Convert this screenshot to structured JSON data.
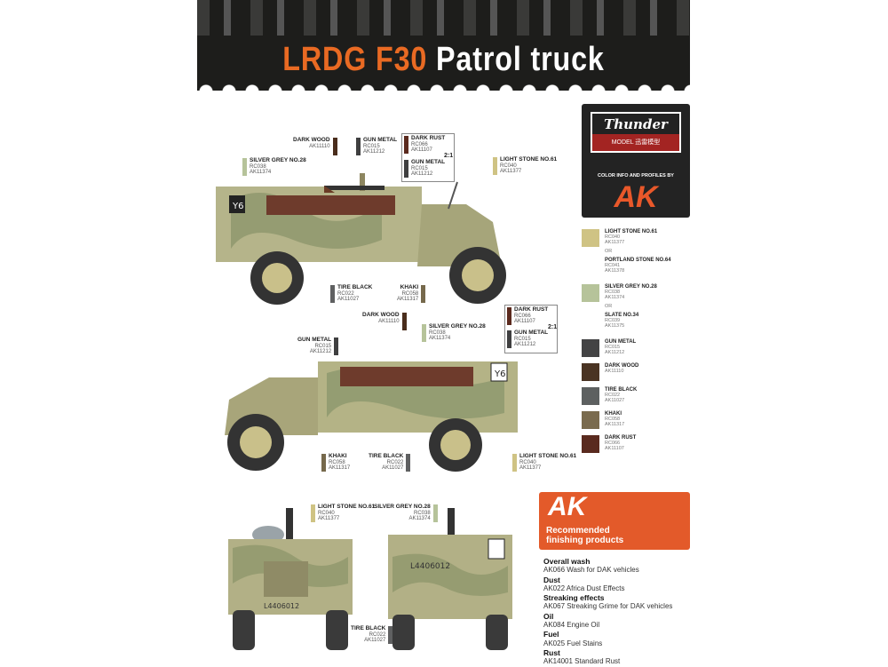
{
  "title": {
    "part1": "LRDG F30",
    "part2": "Patrol truck"
  },
  "logo": {
    "brand": "Thunder",
    "sub": "MODEL 迅雷模型",
    "credit": "COLOR INFO AND PROFILES BY",
    "ak": "AK"
  },
  "plates": {
    "side": "Y6",
    "front": "L4406012",
    "rear": "L4406012"
  },
  "callouts": {
    "dark_wood": {
      "name": "DARK WOOD",
      "c1": "AK11110",
      "color": "#4a2d1c"
    },
    "gun_metal": {
      "name": "GUN METAL",
      "c1": "RC015",
      "c2": "AK11212",
      "color": "#3f3f40"
    },
    "dark_rust": {
      "name": "DARK RUST",
      "c1": "RC066",
      "c2": "AK11107",
      "color": "#5b2a1e"
    },
    "silver_grey": {
      "name": "SILVER GREY NO.28",
      "c1": "RC038",
      "c2": "AK11374",
      "color": "#b6c39a"
    },
    "light_stone": {
      "name": "LIGHT STONE NO.61",
      "c1": "RC040",
      "c2": "AK11377",
      "color": "#cfc384"
    },
    "tire_black": {
      "name": "TIRE BLACK",
      "c1": "RC022",
      "c2": "AK11027",
      "color": "#5f6061"
    },
    "khaki": {
      "name": "KHAKI",
      "c1": "RC058",
      "c2": "AK11317",
      "color": "#76694c"
    },
    "ratio": "2:1"
  },
  "legend": [
    {
      "name": "LIGHT STONE NO.61",
      "c1": "RC040",
      "c2": "AK11377",
      "color": "#cfc384",
      "or": "OR",
      "alt": {
        "name": "PORTLAND STONE NO.64",
        "c1": "RC041",
        "c2": "AK11378"
      }
    },
    {
      "name": "SILVER GREY NO.28",
      "c1": "RC038",
      "c2": "AK11374",
      "color": "#b6c39a",
      "or": "OR",
      "alt": {
        "name": "SLATE NO.34",
        "c1": "RC039",
        "c2": "AK11375"
      }
    },
    {
      "name": "GUN METAL",
      "c1": "RC015",
      "c2": "AK11212",
      "color": "#434344"
    },
    {
      "name": "DARK WOOD",
      "c1": "AK11110",
      "c2": "",
      "color": "#4a3423"
    },
    {
      "name": "TIRE BLACK",
      "c1": "RC022",
      "c2": "AK11027",
      "color": "#5d6060"
    },
    {
      "name": "KHAKI",
      "c1": "RC058",
      "c2": "AK11317",
      "color": "#7a6b4e"
    },
    {
      "name": "DARK RUST",
      "c1": "RC066",
      "c2": "AK11107",
      "color": "#5a2a1f"
    }
  ],
  "ak_box": {
    "logo": "AK",
    "line1": "Recommended",
    "line2": "finishing products"
  },
  "finishing": [
    {
      "cat": "Overall wash",
      "product": "AK066 Wash for DAK vehicles"
    },
    {
      "cat": "Dust",
      "product": "AK022 Africa Dust Effects"
    },
    {
      "cat": "Streaking effects",
      "product": "AK067 Streaking Grime for DAK vehicles"
    },
    {
      "cat": "Oil",
      "product": "AK084 Engine Oil"
    },
    {
      "cat": "Fuel",
      "product": "AK025 Fuel Stains"
    },
    {
      "cat": "Rust",
      "product": "AK14001 Standard Rust"
    }
  ]
}
